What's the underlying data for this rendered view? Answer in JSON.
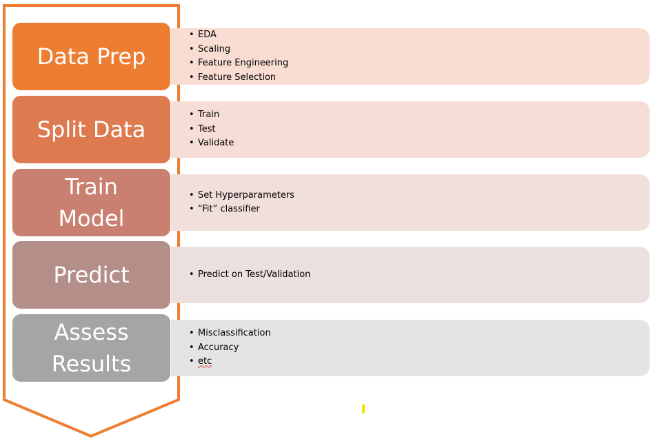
{
  "diagram": {
    "steps": [
      {
        "id": "data-prep",
        "label": "Data Prep",
        "color": "#ed7d31",
        "detail_color": "#f9ddd3",
        "bullets": [
          "EDA",
          "Scaling",
          "Feature Engineering",
          "Feature Selection"
        ]
      },
      {
        "id": "split-data",
        "label": "Split Data",
        "color": "#de7a50",
        "detail_color": "#f6ddd6",
        "bullets": [
          "Train",
          "Test",
          "Validate"
        ]
      },
      {
        "id": "train-model",
        "label": "Train\nModel",
        "color": "#c98070",
        "detail_color": "#f1dfdb",
        "bullets": [
          "Set Hyperparameters",
          "“Fit” classifier"
        ]
      },
      {
        "id": "predict",
        "label": "Predict",
        "color": "#b48e88",
        "detail_color": "#ebe0de",
        "bullets": [
          "Predict on Test/Validation"
        ]
      },
      {
        "id": "assess-results",
        "label": "Assess\nResults",
        "color": "#a5a5a5",
        "detail_color": "#e4e4e4",
        "bullets": [
          "Misclassification",
          "Accuracy",
          "etc"
        ]
      }
    ],
    "chevron_color": "#ed7d31",
    "highlight_color": "#f5e10a"
  }
}
